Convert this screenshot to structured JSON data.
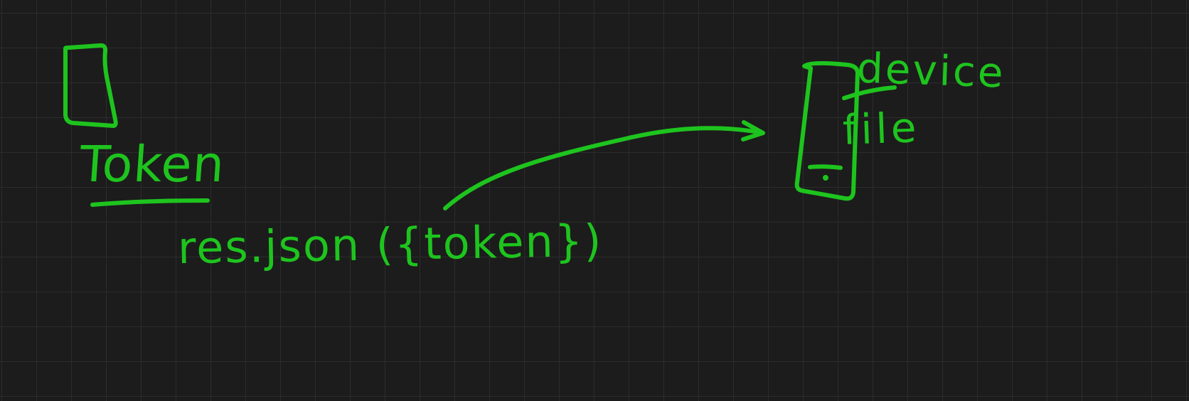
{
  "labels": {
    "token": "Token",
    "code": "res.json ({token})",
    "device": "device",
    "file": "file"
  },
  "colors": {
    "background": "#1c1c1c",
    "grid": "#2c2c2c",
    "ink": "#1ec41e"
  }
}
